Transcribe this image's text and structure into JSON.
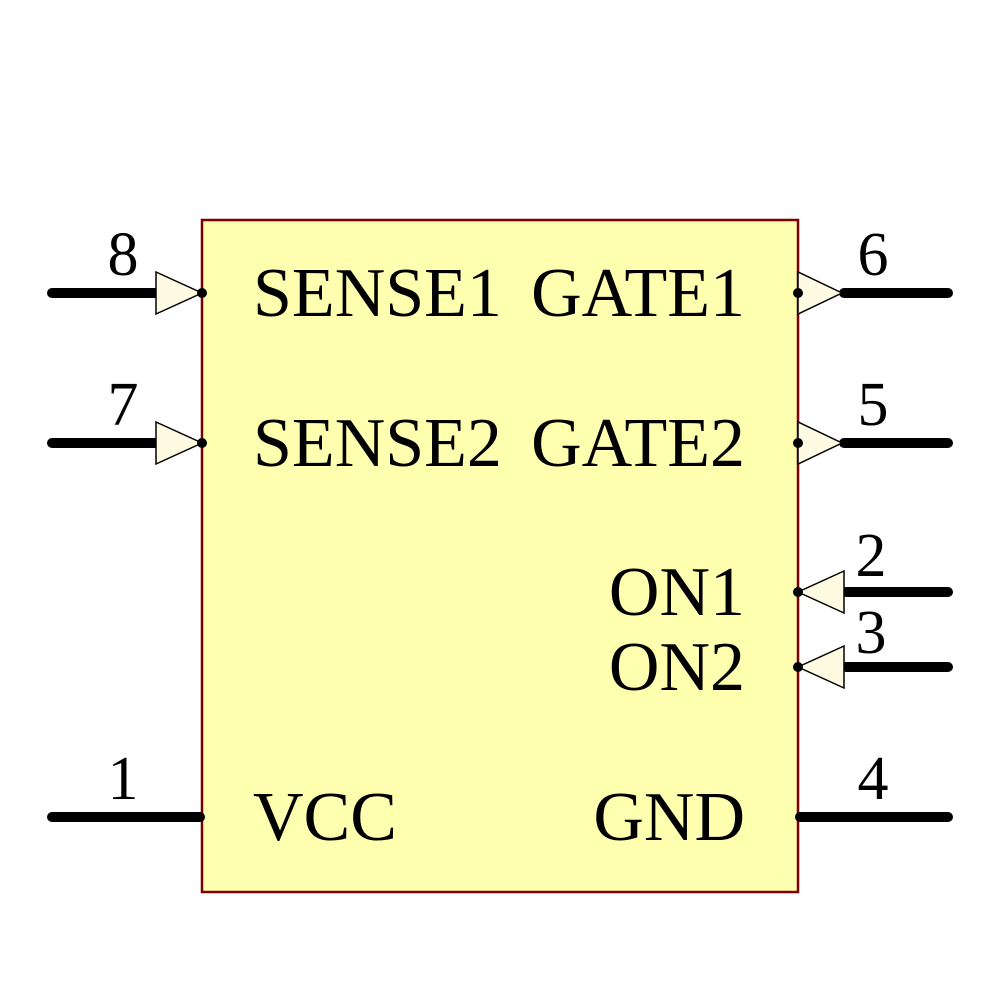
{
  "diagram": {
    "type": "schematic-symbol",
    "description": "8-pin IC schematic symbol with dual sense/gate channels",
    "colors": {
      "background": "#FFFFFF",
      "body_fill": "#FFFFB0",
      "body_border": "#7D0000",
      "pin_line": "#000000",
      "arrow_fill": "#FFFBE3",
      "arrow_stroke": "#000000",
      "text": "#000000"
    },
    "pins": [
      {
        "number": "8",
        "name": "SENSE1",
        "side": "left",
        "direction": "input"
      },
      {
        "number": "7",
        "name": "SENSE2",
        "side": "left",
        "direction": "input"
      },
      {
        "number": "1",
        "name": "VCC",
        "side": "left",
        "direction": "power"
      },
      {
        "number": "6",
        "name": "GATE1",
        "side": "right",
        "direction": "output"
      },
      {
        "number": "5",
        "name": "GATE2",
        "side": "right",
        "direction": "output"
      },
      {
        "number": "2",
        "name": "ON1",
        "side": "right",
        "direction": "input"
      },
      {
        "number": "3",
        "name": "ON2",
        "side": "right",
        "direction": "input"
      },
      {
        "number": "4",
        "name": "GND",
        "side": "right",
        "direction": "power"
      }
    ]
  }
}
